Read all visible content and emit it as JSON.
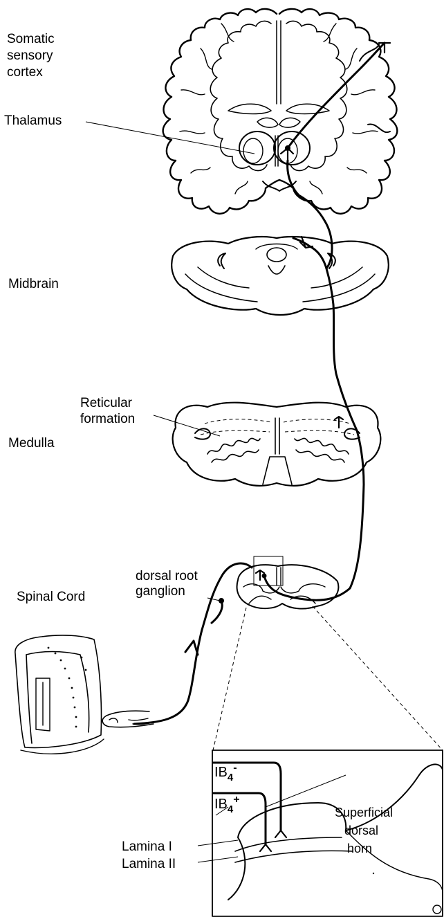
{
  "labels": {
    "somatic_sensory_cortex": [
      "Somatic",
      "sensory",
      "cortex"
    ],
    "thalamus": "Thalamus",
    "midbrain": "Midbrain",
    "reticular_formation": [
      "Reticular",
      "formation"
    ],
    "medulla": "Medulla",
    "dorsal_root_ganglion": [
      "dorsal root",
      "ganglion"
    ],
    "spinal_cord": "Spinal Cord",
    "inset": {
      "ib4_minus": {
        "base": "IB",
        "sub": "4",
        "sup": "-"
      },
      "ib4_plus": {
        "base": "IB",
        "sub": "4",
        "sup": "+"
      },
      "superficial_dorsal_horn": [
        "Superficial",
        "dorsal",
        "horn"
      ],
      "lamina_1": "Lamina I",
      "lamina_2": "Lamina II"
    }
  }
}
